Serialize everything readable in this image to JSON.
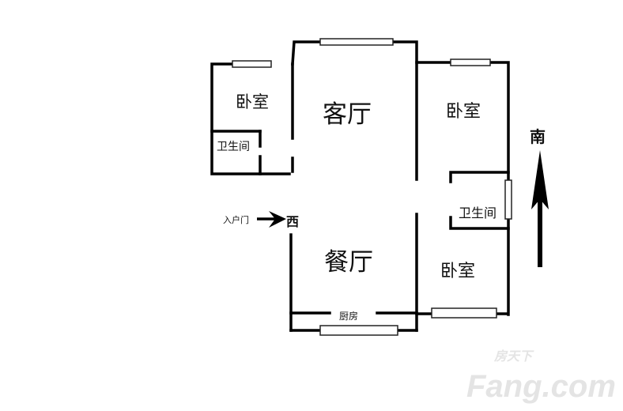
{
  "rooms": {
    "bedroom_left": "卧室",
    "bathroom_left": "卫生间",
    "living_room": "客厅",
    "bedroom_right_top": "卧室",
    "bathroom_right": "卫生间",
    "dining_room": "餐厅",
    "bedroom_right_bottom": "卧室",
    "kitchen": "厨房"
  },
  "entrance": {
    "label": "入户门",
    "direction": "西"
  },
  "compass": {
    "label": "南"
  },
  "watermark": {
    "brand_cn": "房天下",
    "brand_en": "Fang.com"
  }
}
